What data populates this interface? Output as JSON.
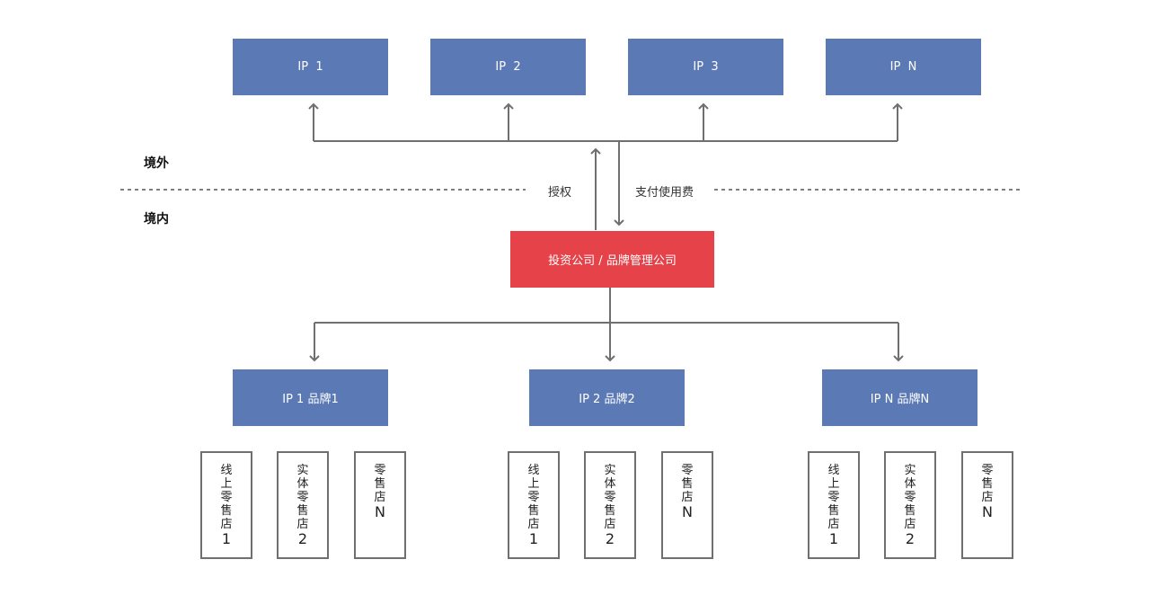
{
  "ip_nodes": [
    {
      "label": "IP  1"
    },
    {
      "label": "IP  2"
    },
    {
      "label": "IP  3"
    },
    {
      "label": "IP  N"
    }
  ],
  "zones": {
    "overseas": "境外",
    "domestic": "境内"
  },
  "flows": {
    "license": "授权",
    "royalty": "支付使用费"
  },
  "hub": {
    "label": "投资公司 / 品牌管理公司"
  },
  "brands": [
    {
      "label": "IP 1 品牌1"
    },
    {
      "label": "IP 2 品牌2"
    },
    {
      "label": "IP N 品牌N"
    }
  ],
  "store_groups": [
    {
      "stores": [
        {
          "chars": [
            "线",
            "上",
            "零",
            "售",
            "店"
          ],
          "num": "1"
        },
        {
          "chars": [
            "实",
            "体",
            "零",
            "售",
            "店"
          ],
          "num": "2"
        },
        {
          "chars": [
            "零",
            "售",
            "店"
          ],
          "num": "N"
        }
      ]
    },
    {
      "stores": [
        {
          "chars": [
            "线",
            "上",
            "零",
            "售",
            "店"
          ],
          "num": "1"
        },
        {
          "chars": [
            "实",
            "体",
            "零",
            "售",
            "店"
          ],
          "num": "2"
        },
        {
          "chars": [
            "零",
            "售",
            "店"
          ],
          "num": "N"
        }
      ]
    },
    {
      "stores": [
        {
          "chars": [
            "线",
            "上",
            "零",
            "售",
            "店"
          ],
          "num": "1"
        },
        {
          "chars": [
            "实",
            "体",
            "零",
            "售",
            "店"
          ],
          "num": "2"
        },
        {
          "chars": [
            "零",
            "售",
            "店"
          ],
          "num": "N"
        }
      ]
    }
  ],
  "colors": {
    "ip_box": "#5b79b4",
    "hub_box": "#e5424a",
    "line": "#6f6f6f"
  }
}
